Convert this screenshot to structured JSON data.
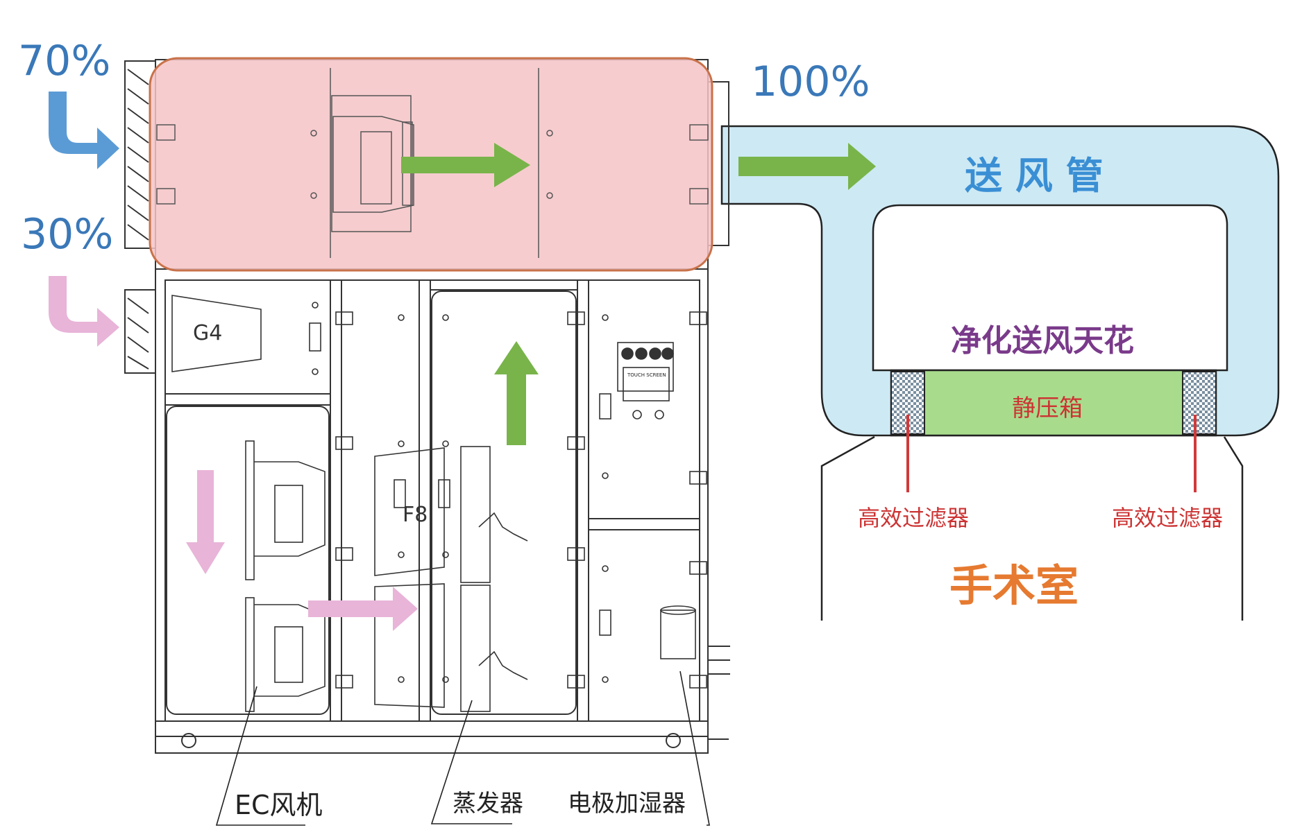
{
  "labels": {
    "return_pct": "70%",
    "fresh_pct": "30%",
    "supply_pct": "100%",
    "supply_duct": "送 风 管",
    "ceiling": "净化送风天花",
    "plenum": "静压箱",
    "hepa_left": "高效过滤器",
    "hepa_right": "高效过滤器",
    "operating_room": "手术室",
    "filter_g4": "G4",
    "filter_f8": "F8",
    "touch_screen": "TOUCH SCREEN",
    "ec_fan": "EC风机",
    "evaporator": "蒸发器",
    "humidifier": "电极加湿器"
  },
  "colors": {
    "recirc_box": "#f5c3c6",
    "recirc_border": "#c9724a",
    "duct": "#cde9f4",
    "plenum": "#a8dc8c",
    "arrow_green": "#78b44a",
    "arrow_blue": "#5b9bd5",
    "arrow_pink": "#e8b4d8",
    "text_blue": "#3a78b8",
    "text_duct": "#3a8fd4",
    "text_purple": "#7a3a8a",
    "text_red": "#cc3333",
    "text_orange": "#e67a30",
    "hepa_line": "#d03a3a"
  }
}
